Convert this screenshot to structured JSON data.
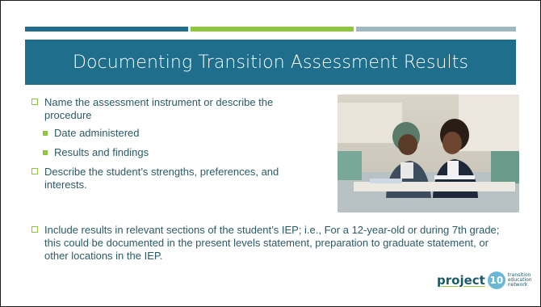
{
  "slide": {
    "title": "Documenting Transition Assessment Results",
    "colors": {
      "primary": "#1f6e8c",
      "accent": "#8dc63f",
      "muted": "#9fb8bf",
      "text": "#2a5a66"
    }
  },
  "bullets": [
    {
      "text": "Name the assessment instrument or describe the procedure"
    },
    {
      "text": "Describe the student’s strengths, preferences, and interests."
    },
    {
      "text": "Include results in relevant sections of the student’s IEP;  i.e., For a 12-year-old or during 7th grade; this could be documented in the present levels statement, preparation to graduate statement, or other locations in the IEP."
    }
  ],
  "sub_bullets": [
    {
      "text": "Date administered"
    },
    {
      "text": "Results and findings"
    }
  ],
  "logo": {
    "word": "project",
    "number": "10",
    "tag_line1": "transition",
    "tag_line2": "education",
    "tag_line3": "network"
  }
}
